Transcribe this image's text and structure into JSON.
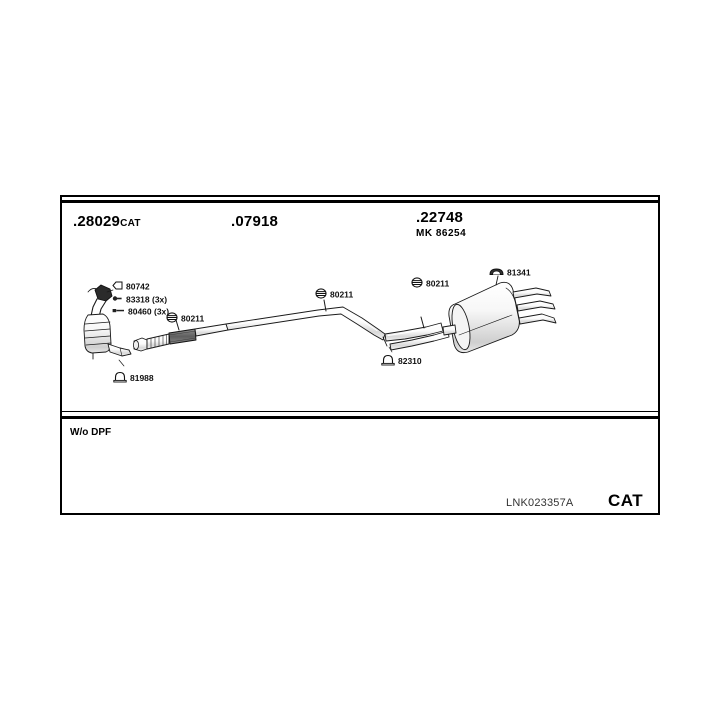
{
  "diagram": {
    "title_columns": [
      {
        "id": "col-left",
        "number": ".28029",
        "suffix": "CAT",
        "sub": ""
      },
      {
        "id": "col-middle",
        "number": ".07918",
        "suffix": "",
        "sub": ""
      },
      {
        "id": "col-right",
        "number": ".22748",
        "suffix": "",
        "sub": "MK 86254"
      }
    ],
    "callouts": [
      {
        "id": "c-80742",
        "icon": "gasket-icon",
        "label": "80742"
      },
      {
        "id": "c-83318",
        "icon": "bolt-icon",
        "label": "83318 (3x)"
      },
      {
        "id": "c-80460",
        "icon": "stud-nut-icon",
        "label": "80460 (3x)"
      },
      {
        "id": "c-80211a",
        "icon": "rubber-mount-icon",
        "label": "80211"
      },
      {
        "id": "c-81988",
        "icon": "u-bolt-clamp-icon",
        "label": "81988"
      },
      {
        "id": "c-80211b",
        "icon": "rubber-mount-icon",
        "label": "80211"
      },
      {
        "id": "c-82310",
        "icon": "u-bolt-clamp-icon",
        "label": "82310"
      },
      {
        "id": "c-80211c",
        "icon": "rubber-mount-icon",
        "label": "80211"
      },
      {
        "id": "c-81341",
        "icon": "hanger-strap-icon",
        "label": "81341"
      }
    ],
    "notes": {
      "dpf": "W/o DPF",
      "code": "LNK023357A",
      "brand": "CAT"
    },
    "colors": {
      "frame": "#000000",
      "line": "#1a1a1a",
      "fill": "#ffffff",
      "shade": "#d8d8d8",
      "dark": "#4a4a4a",
      "background": "#ffffff"
    }
  }
}
